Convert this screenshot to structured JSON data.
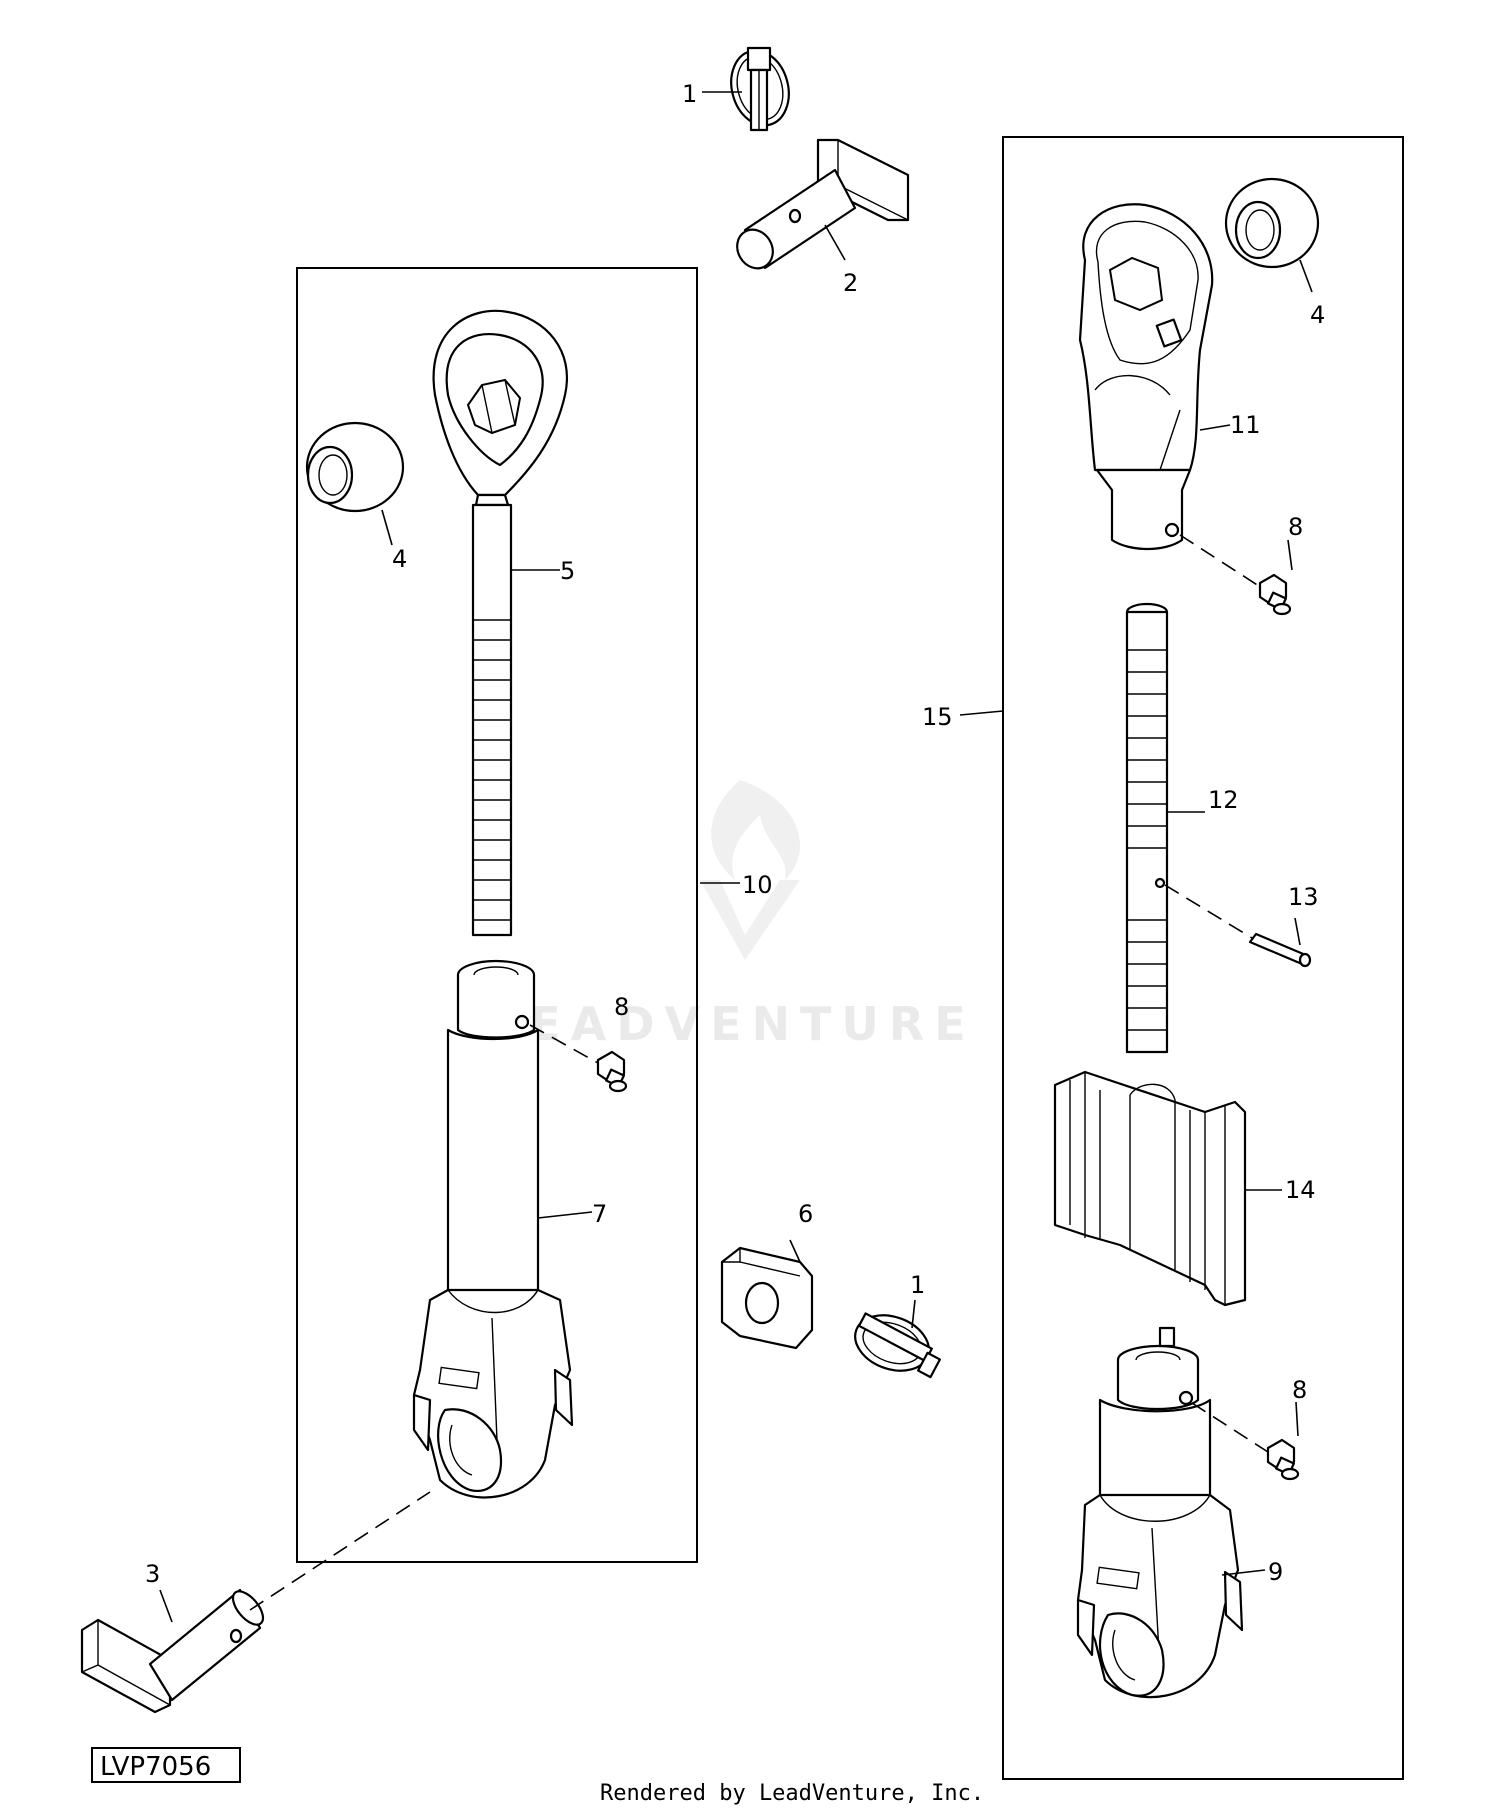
{
  "diagram": {
    "code": "LVP7056",
    "credit": "Rendered by LeadVenture, Inc.",
    "watermark": "LEADVENTURE",
    "callouts": {
      "c1_top": "1",
      "c2": "2",
      "c4_left": "4",
      "c5": "5",
      "c10": "10",
      "c8_left": "8",
      "c7": "7",
      "c6": "6",
      "c1_mid": "1",
      "c3": "3",
      "c4_right": "4",
      "c11": "11",
      "c8_right_top": "8",
      "c15": "15",
      "c12": "12",
      "c13": "13",
      "c14": "14",
      "c8_right_bot": "8",
      "c9": "9"
    }
  }
}
